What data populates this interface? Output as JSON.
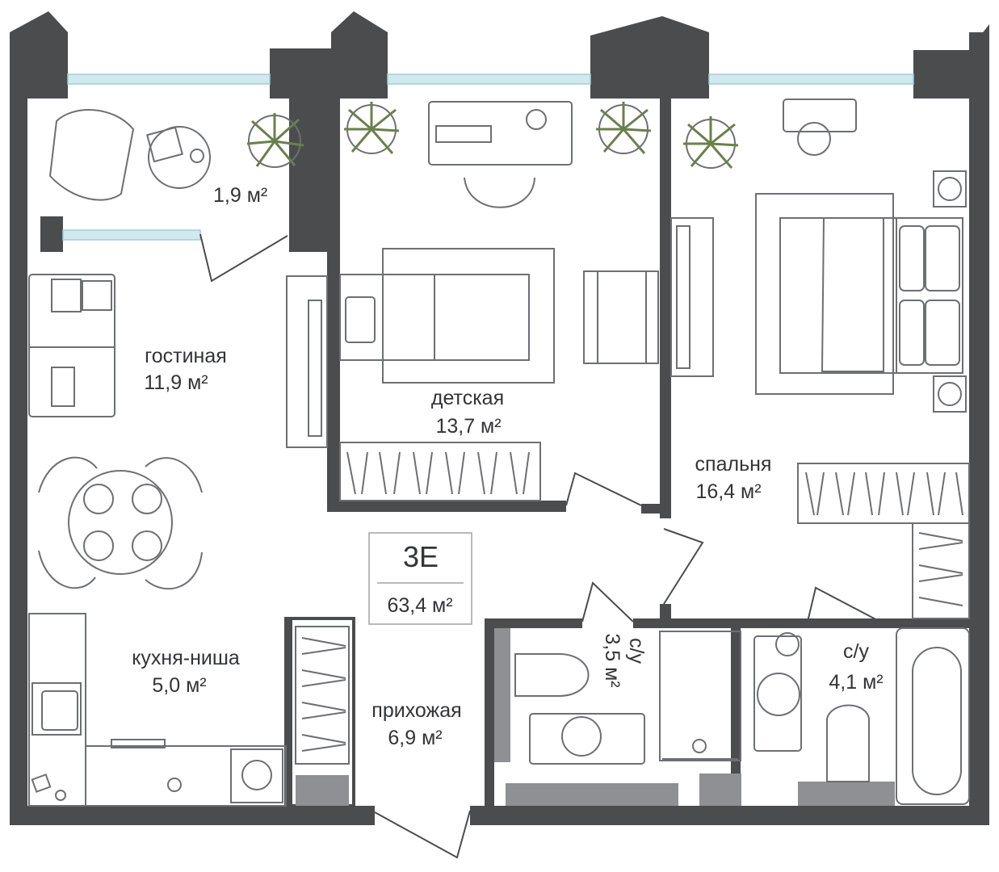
{
  "apartment": {
    "code": "3E",
    "total_area": "63,4 м²"
  },
  "rooms": {
    "balcony": {
      "area": "1,9 м²"
    },
    "living": {
      "name": "гостиная",
      "area": "11,9 м²"
    },
    "kids": {
      "name": "детская",
      "area": "13,7 м²"
    },
    "bedroom": {
      "name": "спальня",
      "area": "16,4 м²"
    },
    "kitchen": {
      "name": "кухня-ниша",
      "area": "5,0 м²"
    },
    "hall": {
      "name": "прихожая",
      "area": "6,9 м²"
    },
    "bath1": {
      "name": "с/у",
      "area": "3,5 м²"
    },
    "bath2": {
      "name": "с/у",
      "area": "4,1 м²"
    }
  },
  "colors": {
    "wall": "#4a4c4e",
    "glass": "#cfe9ee",
    "furniture_stroke": "#6d6f72",
    "plant": "#6b7f4e",
    "fixture_fill": "#8e9093"
  }
}
